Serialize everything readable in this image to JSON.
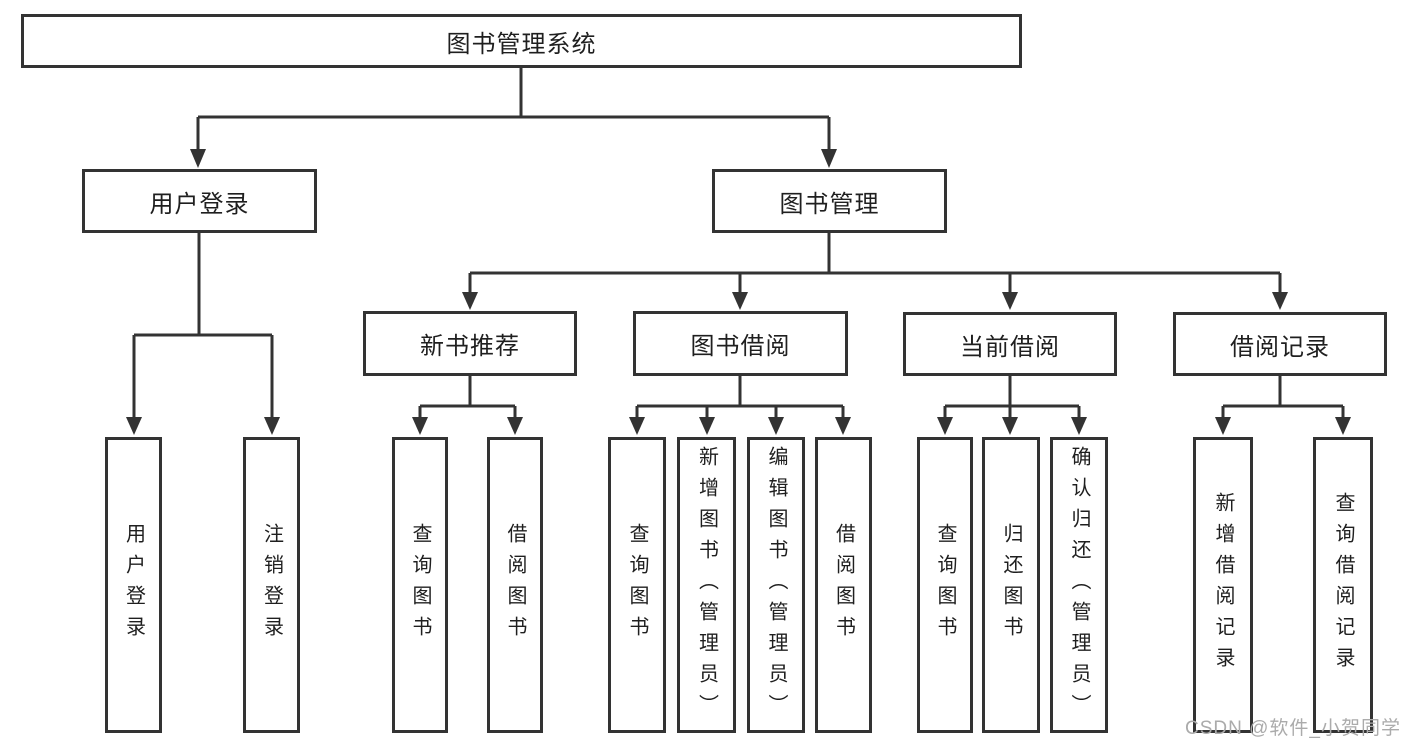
{
  "tree": {
    "root": {
      "label": "图书管理系统"
    },
    "branches": [
      {
        "label": "用户登录",
        "children": [
          {
            "label": "用户登录"
          },
          {
            "label": "注销登录"
          }
        ]
      },
      {
        "label": "图书管理",
        "sections": [
          {
            "label": "新书推荐",
            "children": [
              {
                "label": "查询图书"
              },
              {
                "label": "借阅图书"
              }
            ]
          },
          {
            "label": "图书借阅",
            "children": [
              {
                "label": "查询图书"
              },
              {
                "label": "新增图书（管理员）"
              },
              {
                "label": "编辑图书（管理员）"
              },
              {
                "label": "借阅图书"
              }
            ]
          },
          {
            "label": "当前借阅",
            "children": [
              {
                "label": "查询图书"
              },
              {
                "label": "归还图书"
              },
              {
                "label": "确认归还（管理员）"
              }
            ]
          },
          {
            "label": "借阅记录",
            "children": [
              {
                "label": "新增借阅记录"
              },
              {
                "label": "查询借阅记录"
              }
            ]
          }
        ]
      }
    ]
  },
  "watermark": {
    "text": "CSDN @软件_小贺同学"
  },
  "colors": {
    "line": "#333333",
    "box_border": "#333333",
    "box_background": "#ffffff",
    "text": "#1f1f1f",
    "watermark": "#ababab"
  }
}
